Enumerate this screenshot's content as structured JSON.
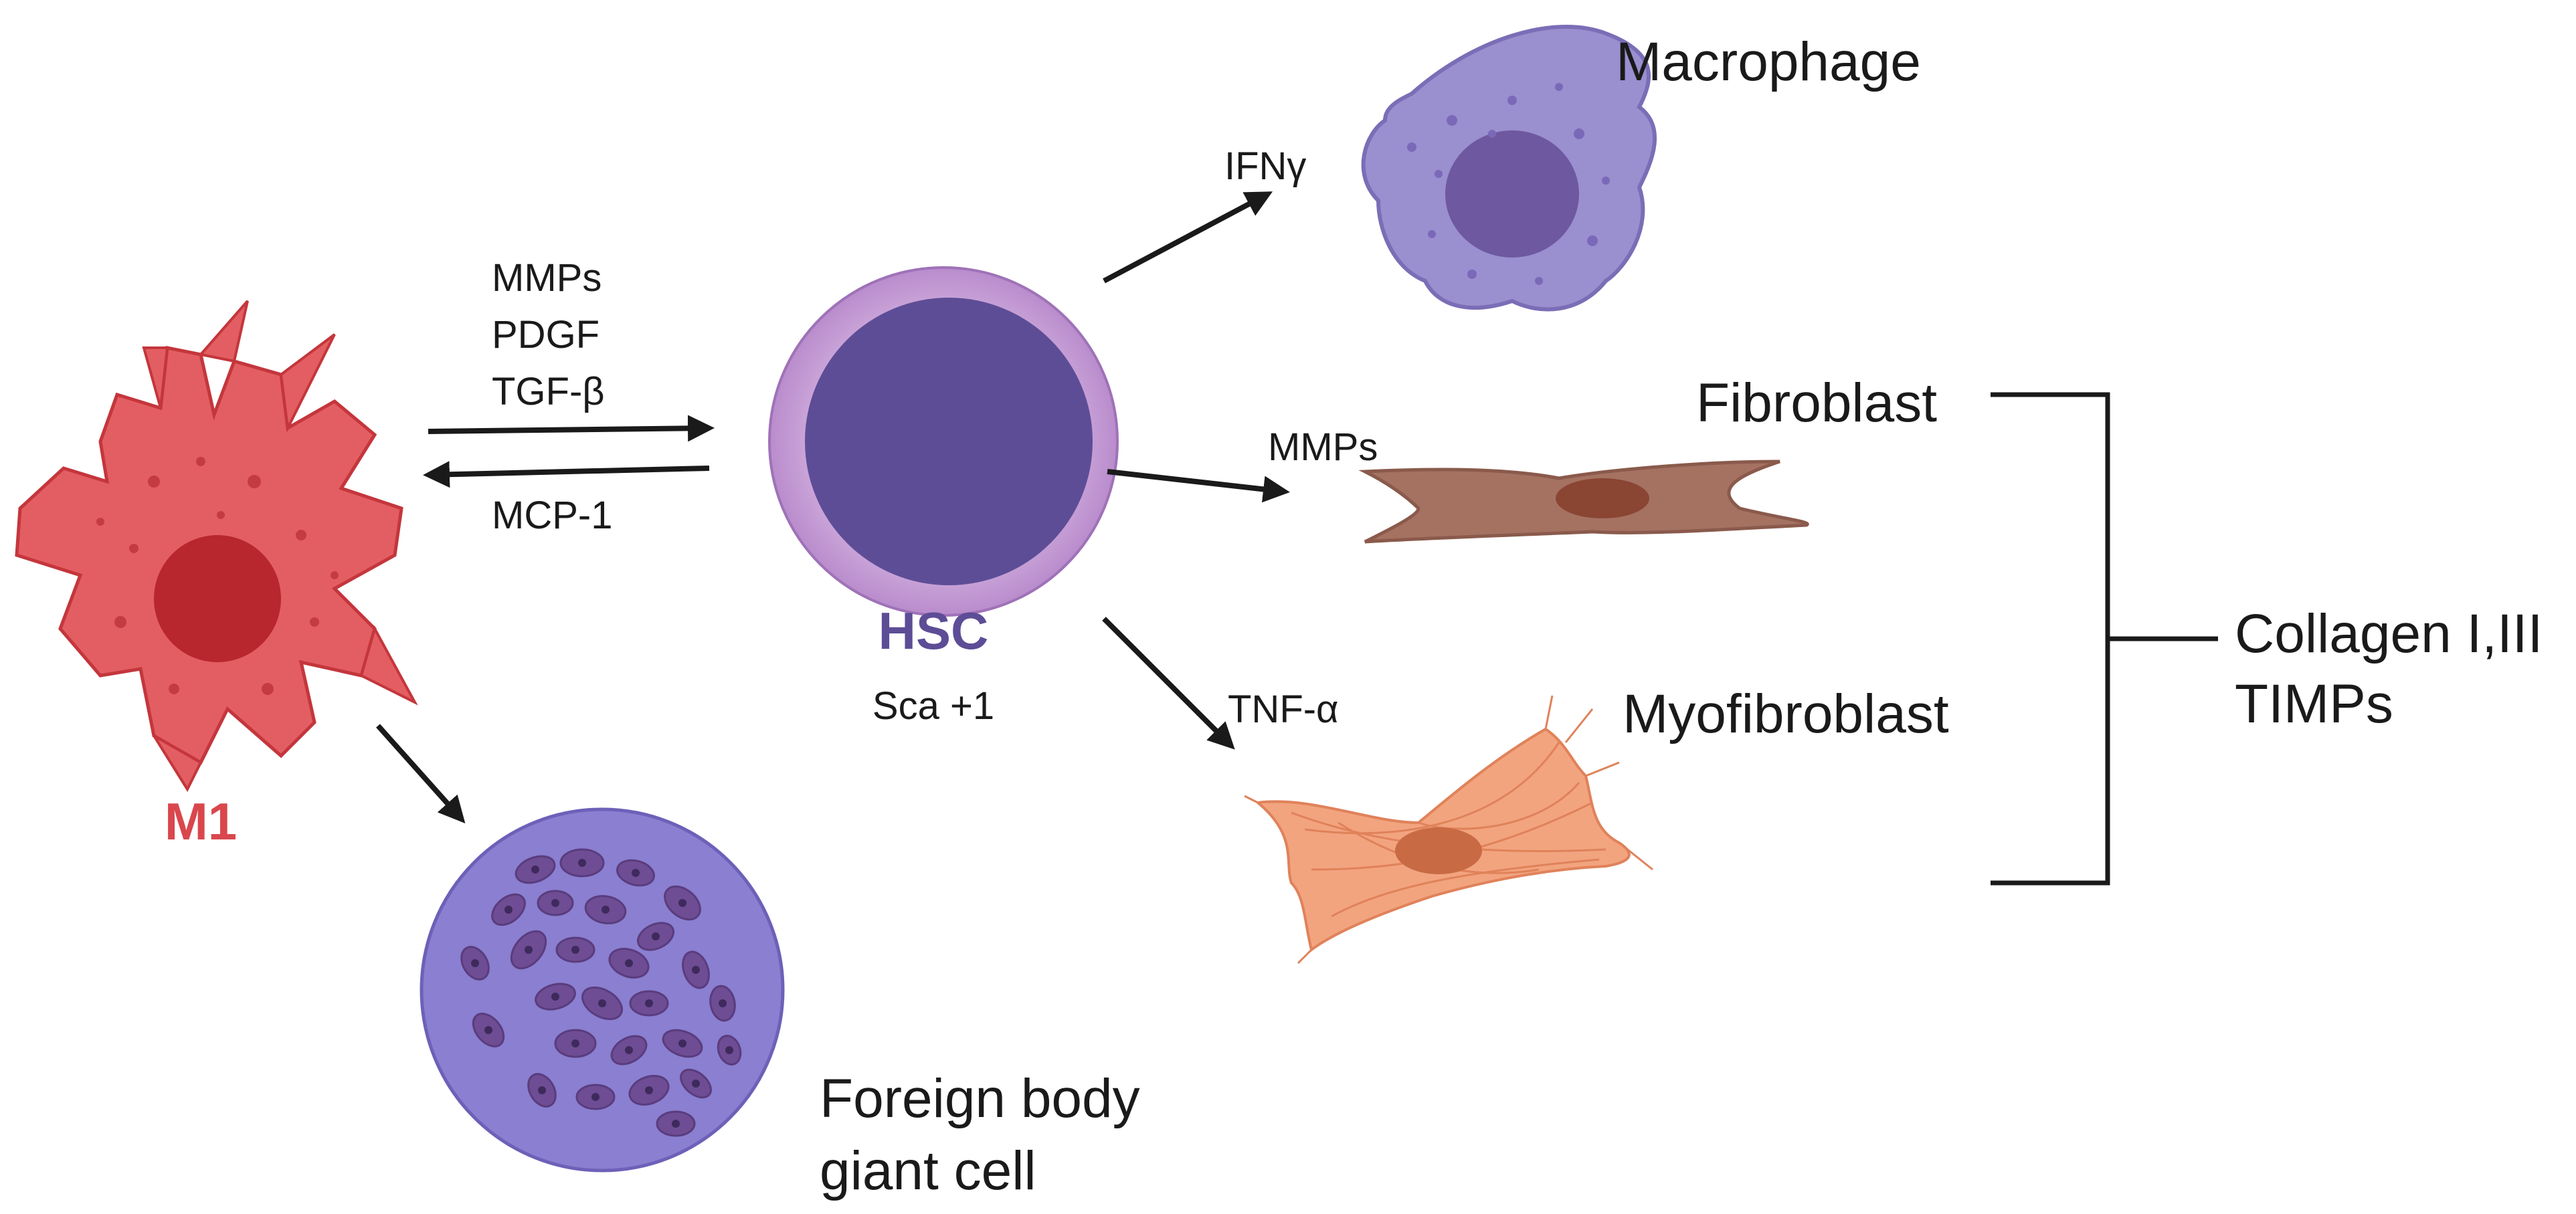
{
  "cells": {
    "m1": {
      "label": "M1",
      "color": "#d9474d"
    },
    "hsc": {
      "label": "HSC",
      "marker": "Sca +1",
      "color": "#5d4d96"
    },
    "macrophage": {
      "label": "Macrophage",
      "color": "#9a8fcf"
    },
    "fibroblast": {
      "label": "Fibroblast",
      "color": "#a57262"
    },
    "myofibroblast": {
      "label": "Myofibroblast",
      "color": "#f2a47f"
    },
    "giant_cell": {
      "label_line1": "Foreign body",
      "label_line2": "giant cell",
      "color": "#8a7fd0"
    }
  },
  "signals": {
    "m1_to_hsc": [
      "MMPs",
      "PDGF",
      "TGF-β"
    ],
    "hsc_to_m1": "MCP-1",
    "to_macrophage": "IFNγ",
    "to_fibroblast": "MMPs",
    "to_myofibroblast": "TNF-α"
  },
  "output": {
    "line1": "Collagen I,III",
    "line2": "TIMPs"
  }
}
